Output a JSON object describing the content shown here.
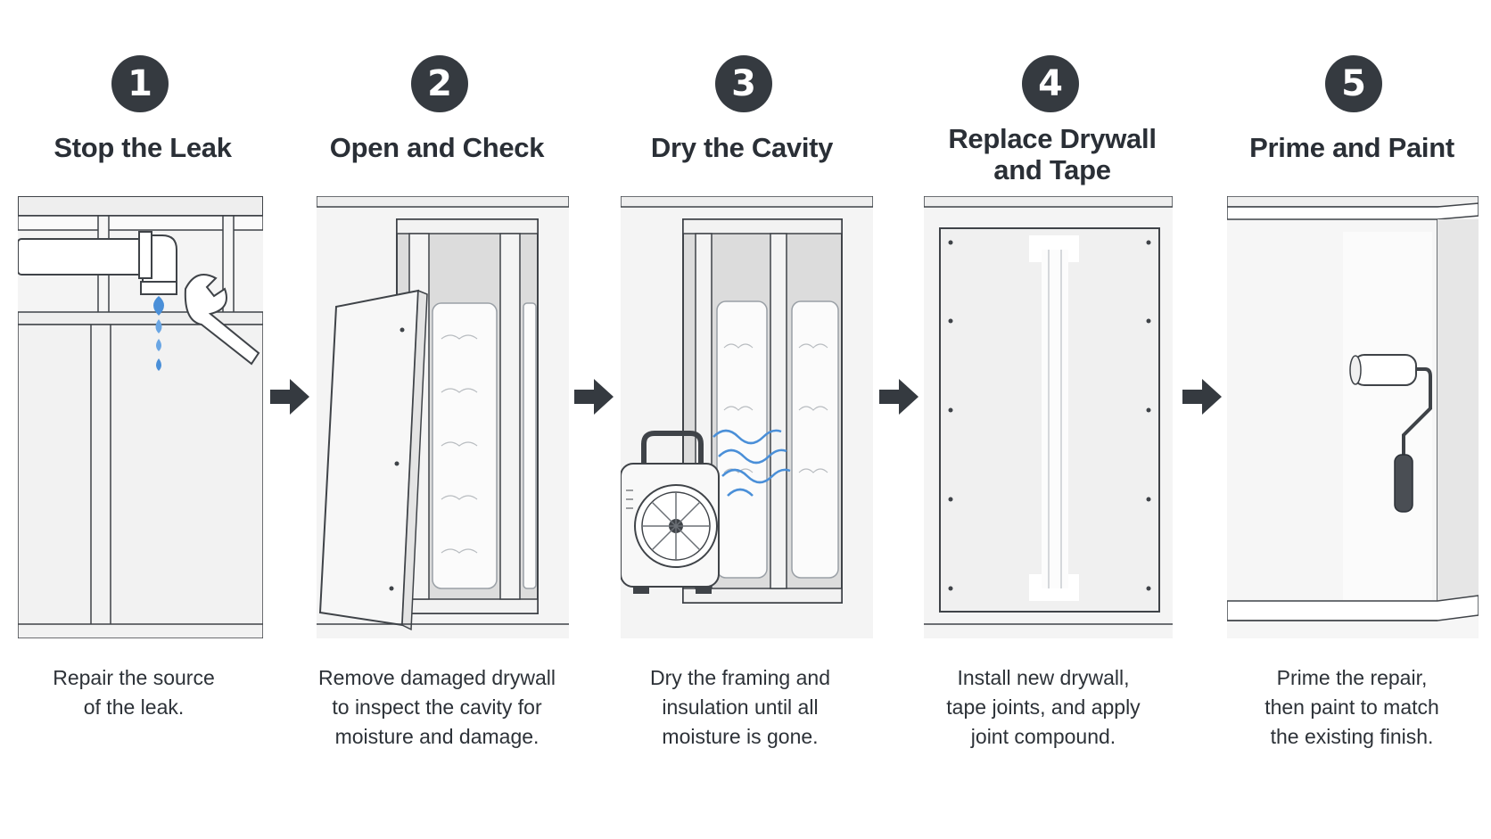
{
  "steps": [
    {
      "number": "1",
      "title": "Stop the Leak",
      "description_lines": [
        "Repair the source",
        "of the leak."
      ],
      "icon": "pipe-leak-wrench-icon"
    },
    {
      "number": "2",
      "title": "Open and Check",
      "description_lines": [
        "Remove damaged drywall",
        "to inspect the cavity for",
        "moisture and damage."
      ],
      "icon": "open-wall-cavity-icon"
    },
    {
      "number": "3",
      "title": "Dry the Cavity",
      "description_lines": [
        "Dry the framing and",
        "insulation until all",
        "moisture is gone."
      ],
      "icon": "fan-drying-icon"
    },
    {
      "number": "4",
      "title_lines": [
        "Replace Drywall",
        "and Tape"
      ],
      "description_lines": [
        "Install new drywall,",
        "tape joints, and apply",
        "joint compound."
      ],
      "icon": "drywall-panel-tape-icon"
    },
    {
      "number": "5",
      "title": "Prime and Paint",
      "description_lines": [
        "Prime the repair,",
        "then paint to match",
        "the existing finish."
      ],
      "icon": "paint-roller-icon"
    }
  ],
  "connector_icon": "right-arrow-icon",
  "colors": {
    "badge": "#353a40",
    "text": "#2a2f36",
    "water": "#4a8fd8",
    "line": "#3f4348"
  }
}
